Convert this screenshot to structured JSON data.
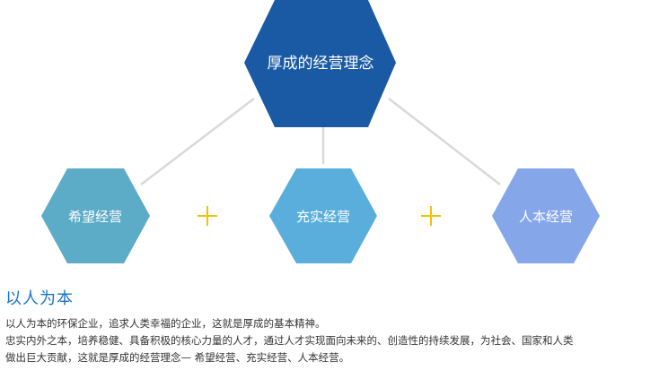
{
  "diagram": {
    "center": {
      "label": "厚成的经营理念",
      "color": "#1a5aa4"
    },
    "nodes": [
      {
        "label": "希望经营",
        "color": "#5cabc7"
      },
      {
        "label": "充实经营",
        "color": "#5aaedb"
      },
      {
        "label": "人本经营",
        "color": "#86a6ea"
      }
    ],
    "connector_color": "#d9d9d9",
    "plus_color": "#f2c200"
  },
  "section": {
    "title": "以人为本",
    "title_color": "#1a73c9",
    "lines": [
      "以人为本的环保企业，追求人类幸福的企业，这就是厚成的基本精神。",
      "忠实内外之本，培养稳健、具备积极的核心力量的人才，通过人才实现面向未来的、创造性的持续发展，为社会、国家和人类",
      "做出巨大贡献，这就是厚成的经营理念— 希望经营、充实经营、人本经营。"
    ]
  }
}
